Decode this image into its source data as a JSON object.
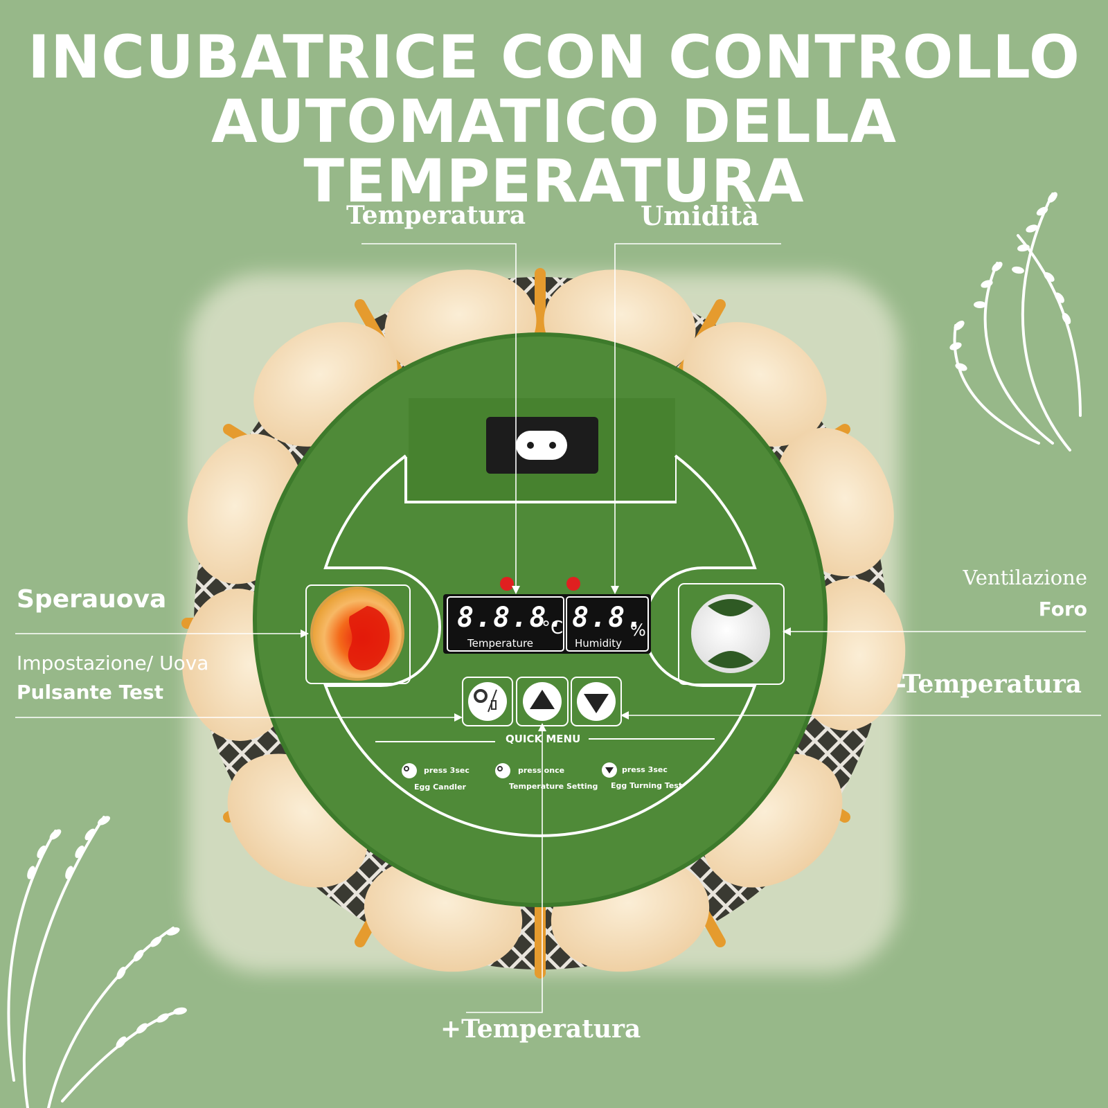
{
  "title": {
    "line1": "INCUBATRICE CON CONTROLLO",
    "line2": "AUTOMATICO DELLA TEMPERATURA"
  },
  "callouts": {
    "temperatura": "Temperatura",
    "umidita": "Umidità",
    "sperauova": "Sperauova",
    "impostazione": "Impostazione/ Uova",
    "pulsante_test": "Pulsante Test",
    "ventilazione": "Ventilazione",
    "foro": "Foro",
    "minus_temperatura": "-Temperatura",
    "plus_temperatura": "+Temperatura"
  },
  "device": {
    "temp_display": "8.8.8.",
    "temp_unit": "°C",
    "temp_caption": "Temperature",
    "hum_display": "8.8.",
    "hum_unit": "%",
    "hum_caption": "Humidity",
    "quick_menu": "QUICK MENU",
    "menu_items": [
      {
        "press": "press 3sec",
        "caption": "Egg Candler",
        "icon": "gear-candler-icon"
      },
      {
        "press": "press once",
        "caption": "Temperature Setting",
        "icon": "gear-candler-icon"
      },
      {
        "press": "press 3sec",
        "caption": "Egg Turning Test",
        "icon": "down-arrow-icon"
      }
    ]
  },
  "colors": {
    "background": "#97b889",
    "device_green": "#4f8a38",
    "device_dark": "#3f7830",
    "egg": "#f5ddba",
    "tray_orange": "#e59b2e",
    "display_red": "#e02020"
  }
}
